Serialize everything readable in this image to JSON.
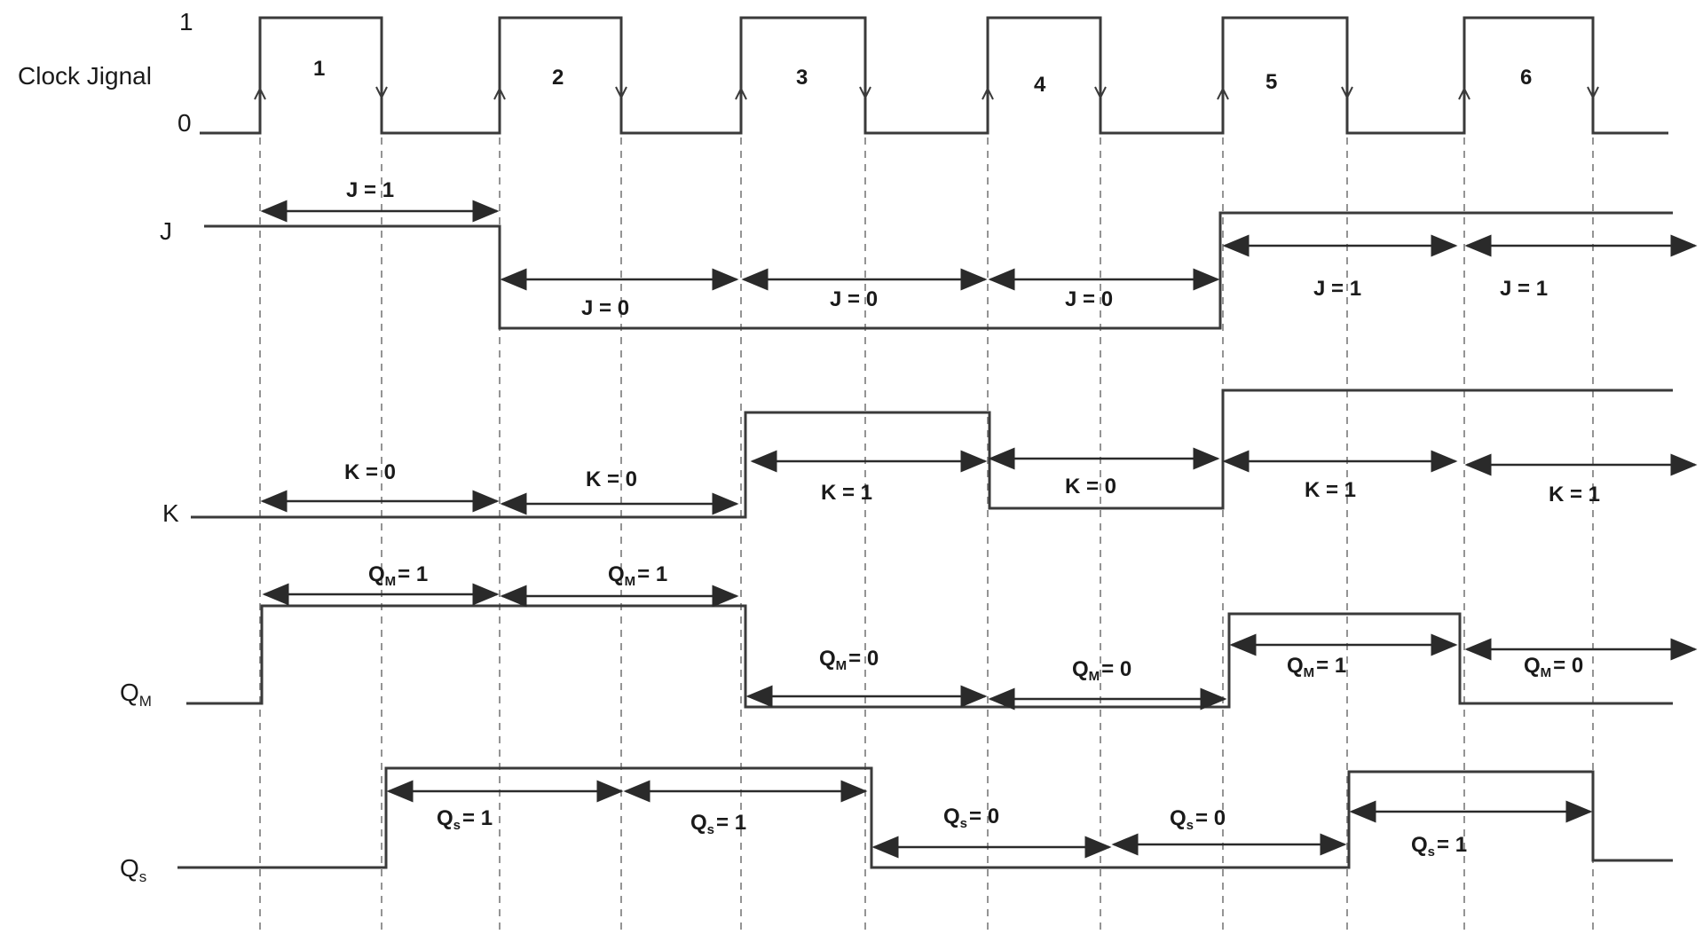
{
  "labels": {
    "clock": "Clock Jignal",
    "high": "1",
    "low": "0",
    "j": "J",
    "k": "K",
    "qm": "Q",
    "qm_sub": "M",
    "qs": "Q",
    "qs_sub": "s"
  },
  "cycles": [
    "1",
    "2",
    "3",
    "4",
    "5",
    "6"
  ],
  "j_annotations": [
    "J = 1",
    "J = 0",
    "J = 0",
    "J = 0",
    "J = 1",
    "J = 1"
  ],
  "k_annotations": [
    "K = 0",
    "K = 0",
    "K = 1",
    "K = 0",
    "K = 1",
    "K = 1"
  ],
  "qm_annotations": [
    {
      "main": "Q",
      "sub": "M",
      "val": "= 1"
    },
    {
      "main": "Q",
      "sub": "M",
      "val": "= 1"
    },
    {
      "main": "Q",
      "sub": "M",
      "val": "= 0"
    },
    {
      "main": "Q",
      "sub": "M",
      "val": "= 0"
    },
    {
      "main": "Q",
      "sub": "M",
      "val": "= 1"
    },
    {
      "main": "Q",
      "sub": "M",
      "val": "= 0"
    }
  ],
  "qs_annotations": [
    {
      "main": "Q",
      "sub": "s",
      "val": "= 1"
    },
    {
      "main": "Q",
      "sub": "s",
      "val": "= 1"
    },
    {
      "main": "Q",
      "sub": "s",
      "val": "= 0"
    },
    {
      "main": "Q",
      "sub": "s",
      "val": "= 0"
    },
    {
      "main": "Q",
      "sub": "s",
      "val": "= 1"
    }
  ],
  "signal_levels": {
    "j": [
      1,
      0,
      0,
      0,
      1,
      1
    ],
    "k": [
      0,
      0,
      1,
      0,
      1,
      1
    ],
    "qm": [
      1,
      1,
      0,
      0,
      1,
      0
    ],
    "qs": [
      1,
      1,
      0,
      0,
      1
    ]
  },
  "colors": {
    "line": "#3a3a3a",
    "guide": "#7a7a7a",
    "text": "#1a1a1a"
  }
}
